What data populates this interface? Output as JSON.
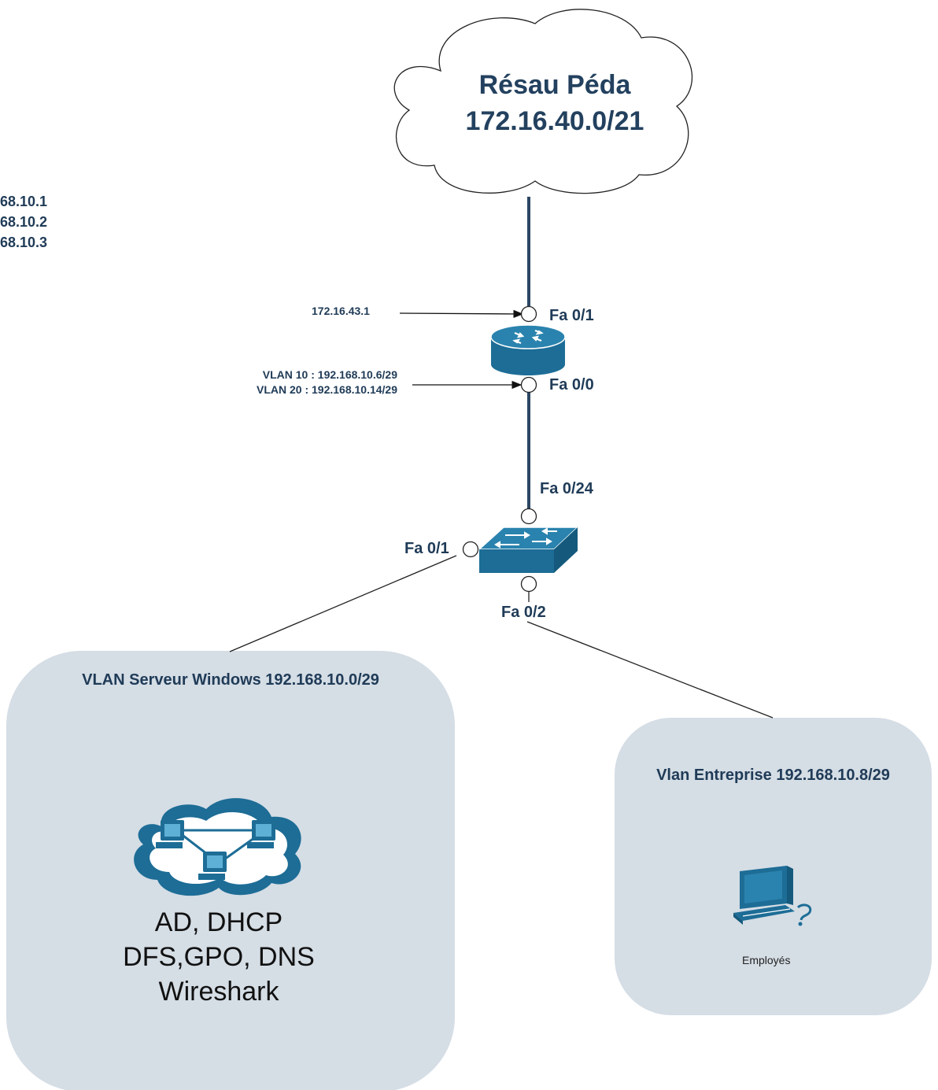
{
  "cloud": {
    "name": "Résau Péda",
    "network": "172.16.40.0/21"
  },
  "left_partial_ips": [
    "68.10.1",
    "68.10.2",
    "68.10.3"
  ],
  "router": {
    "wan_ip": "172.16.43.1",
    "wan_port": "Fa 0/1",
    "lan_port": "Fa 0/0",
    "vlan10_ip": "VLAN 10 : 192.168.10.6/29",
    "vlan20_ip": "VLAN 20 : 192.168.10.14/29"
  },
  "switch": {
    "uplink_port": "Fa 0/24",
    "port_left": "Fa 0/1",
    "port_right": "Fa 0/2"
  },
  "vlan_server": {
    "title": "VLAN Serveur Windows 192.168.10.0/29",
    "services": [
      "AD, DHCP",
      "DFS,GPO, DNS",
      "Wireshark"
    ]
  },
  "vlan_enterprise": {
    "title": "Vlan Entreprise 192.168.10.8/29",
    "label": "Employés"
  },
  "colors": {
    "device": "#1d6d96",
    "text": "#1f3b57",
    "link": "#2b4763",
    "box": "#d5dde5"
  }
}
